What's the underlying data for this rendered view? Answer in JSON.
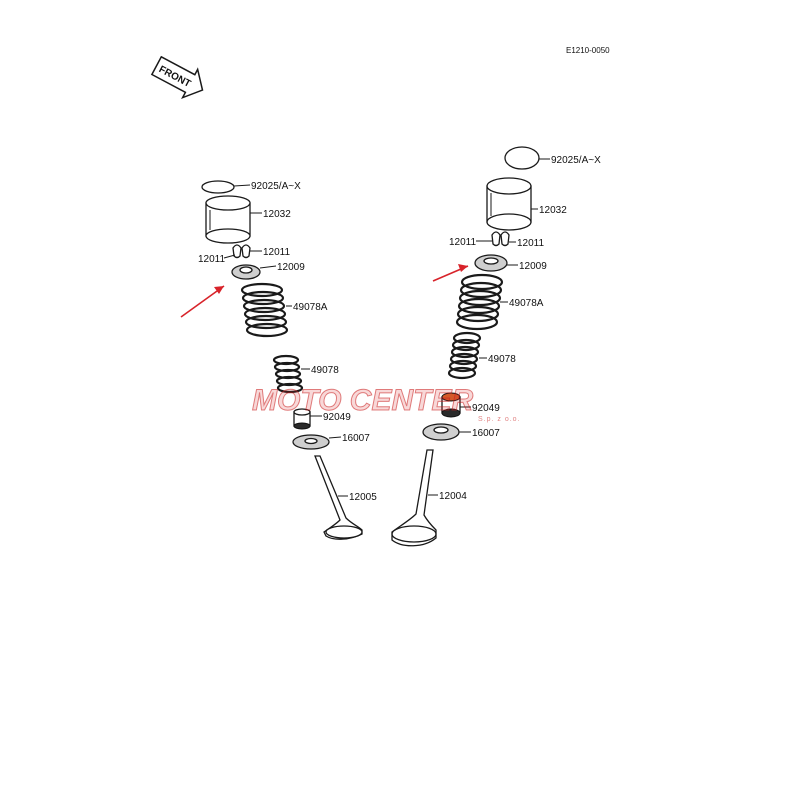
{
  "diagram_code": "E1210-0050",
  "front_label": "FRONT",
  "watermark": {
    "brand": "MOTO CENTER",
    "sub": "S.p. z o.o."
  },
  "left_valve": {
    "shim": "92025/A~X",
    "lifter": "12032",
    "keeper_right": "12011",
    "keeper_left": "12011",
    "retainer": "12009",
    "outer_spring": "49078A",
    "inner_spring": "49078",
    "stem_seal": "92049",
    "spring_seat": "16007",
    "valve": "12005"
  },
  "right_valve": {
    "shim": "92025/A~X",
    "lifter": "12032",
    "keeper_left": "12011",
    "keeper_right": "12011",
    "retainer": "12009",
    "outer_spring": "49078A",
    "inner_spring": "49078",
    "stem_seal": "92049",
    "spring_seat": "16007",
    "valve": "12004"
  },
  "colors": {
    "highlight_arrow": "#d8232a",
    "watermark": "#d82828"
  }
}
